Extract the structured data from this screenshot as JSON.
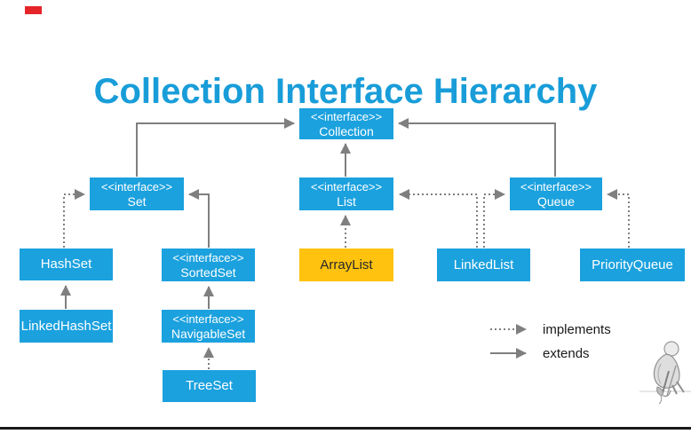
{
  "title": "Collection Interface Hierarchy",
  "colors": {
    "title_blue": "#189dd9",
    "node_blue": "#1ba1de",
    "node_yellow": "#ffc20e",
    "arrow_gray": "#7f7f7f",
    "legend_text": "#1a1a1a",
    "red_marker": "#e5252a"
  },
  "nodes": [
    {
      "id": "collection",
      "stereotype": "<<interface>>",
      "label": "Collection"
    },
    {
      "id": "set",
      "stereotype": "<<interface>>",
      "label": "Set"
    },
    {
      "id": "list",
      "stereotype": "<<interface>>",
      "label": "List"
    },
    {
      "id": "queue",
      "stereotype": "<<interface>>",
      "label": "Queue"
    },
    {
      "id": "hashset",
      "stereotype": "",
      "label": "HashSet"
    },
    {
      "id": "sortedset",
      "stereotype": "<<interface>>",
      "label": "SortedSet"
    },
    {
      "id": "arraylist",
      "stereotype": "",
      "label": "ArrayList"
    },
    {
      "id": "linkedlist",
      "stereotype": "",
      "label": "LinkedList"
    },
    {
      "id": "priorityqueue",
      "stereotype": "",
      "label": "PriorityQueue"
    },
    {
      "id": "linkedhashset",
      "stereotype": "",
      "label": "LinkedHashSet"
    },
    {
      "id": "navigableset",
      "stereotype": "<<interface>>",
      "label": "NavigableSet"
    },
    {
      "id": "treeset",
      "stereotype": "",
      "label": "TreeSet"
    }
  ],
  "edges": [
    {
      "from": "Set",
      "to": "Collection",
      "type": "extends"
    },
    {
      "from": "List",
      "to": "Collection",
      "type": "extends"
    },
    {
      "from": "Queue",
      "to": "Collection",
      "type": "extends"
    },
    {
      "from": "SortedSet",
      "to": "Set",
      "type": "extends"
    },
    {
      "from": "NavigableSet",
      "to": "SortedSet",
      "type": "extends"
    },
    {
      "from": "LinkedHashSet",
      "to": "HashSet",
      "type": "extends"
    },
    {
      "from": "HashSet",
      "to": "Set",
      "type": "implements"
    },
    {
      "from": "ArrayList",
      "to": "List",
      "type": "implements"
    },
    {
      "from": "LinkedList",
      "to": "List",
      "type": "implements"
    },
    {
      "from": "LinkedList",
      "to": "Queue",
      "type": "implements"
    },
    {
      "from": "PriorityQueue",
      "to": "Queue",
      "type": "implements"
    },
    {
      "from": "TreeSet",
      "to": "NavigableSet",
      "type": "implements"
    }
  ],
  "legend": {
    "implements_label": "implements",
    "extends_label": "extends"
  }
}
